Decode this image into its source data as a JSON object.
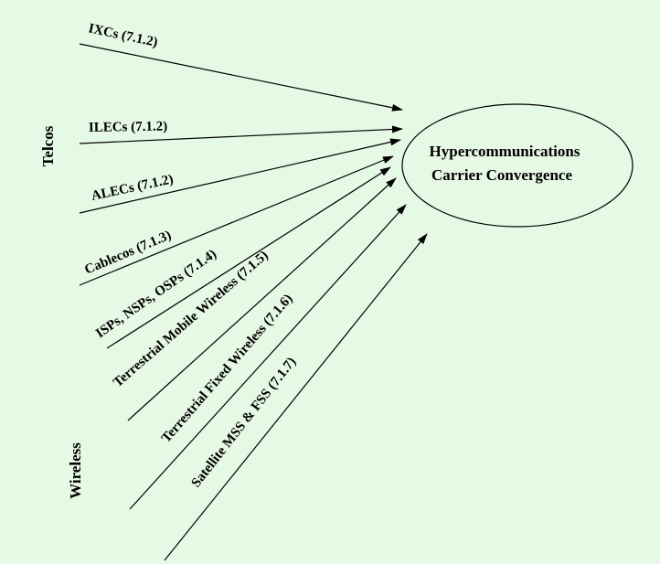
{
  "colors": {
    "background": "#E6F9E5",
    "line": "#000000"
  },
  "groups": {
    "telcos": "Telcos",
    "wireless": "Wireless"
  },
  "target": {
    "line1": "Hypercommunications",
    "line2": "Carrier Convergence"
  },
  "sources": [
    {
      "label": "IXCs (7.1.2)"
    },
    {
      "label": "ILECs (7.1.2)"
    },
    {
      "label": "ALECs (7.1.2)"
    },
    {
      "label": "Cablecos (7.1.3)"
    },
    {
      "label": "ISPs, NSPs, OSPs (7.1.4)"
    },
    {
      "label": "Terrestrial Mobile Wireless (7.1.5)"
    },
    {
      "label": "Terrestrial Fixed Wireless (7.1.6)"
    },
    {
      "label": "Satellite MSS & FSS (7.1.7)"
    }
  ]
}
